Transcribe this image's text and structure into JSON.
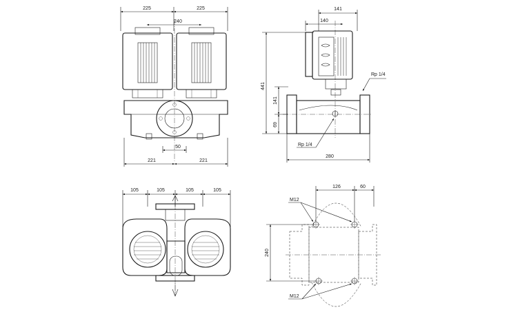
{
  "front_view": {
    "dim_top_left": "225",
    "dim_top_right": "225",
    "dim_motor_spacing": "240",
    "dim_flange": "50",
    "dim_base_left": "221",
    "dim_base_right": "221"
  },
  "side_view": {
    "dim_overall_width": "141",
    "dim_motor_width": "140",
    "dim_total_height": "441",
    "dim_upper_height": "141",
    "dim_lower_height": "69",
    "dim_length": "280",
    "label_port_top": "Rp 1/4",
    "label_port_bottom": "Rp 1/4"
  },
  "top_view": {
    "dim_1": "105",
    "dim_2": "105",
    "dim_3": "105",
    "dim_4": "105"
  },
  "flange_view": {
    "dim_hole_spacing": "126",
    "dim_offset": "60",
    "dim_height": "240",
    "label_bolt_top": "M12",
    "label_bolt_bottom": "M12"
  }
}
